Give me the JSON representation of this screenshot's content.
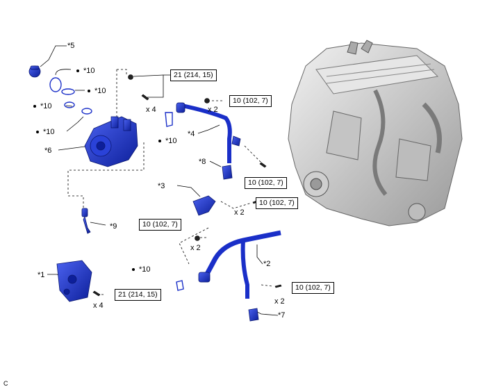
{
  "parts": {
    "p1": "*1",
    "p2": "*2",
    "p3": "*3",
    "p4": "*4",
    "p5": "*5",
    "p6": "*6",
    "p7": "*7",
    "p8": "*8",
    "p9": "*9"
  },
  "gaskets": {
    "a": "*10",
    "b": "*10",
    "c": "*10",
    "d": "*10",
    "e": "*10",
    "f": "*10"
  },
  "torque": {
    "t1": "21 (214, 15)",
    "t2": "10 (102, 7)",
    "t3": "10 (102, 7)",
    "t4": "10 (102, 7)",
    "t5": "10 (102, 7)",
    "t6": "10 (102, 7)",
    "t7": "21 (214, 15)"
  },
  "qty": {
    "q1": "x 4",
    "q2": "x 2",
    "q3": "x 2",
    "q4": "x 2",
    "q5": "x 2",
    "q6": "x 4"
  },
  "corner_label": "C",
  "colors": {
    "part_blue": "#1a2fc8",
    "engine_gray": "#d6d6d6"
  }
}
